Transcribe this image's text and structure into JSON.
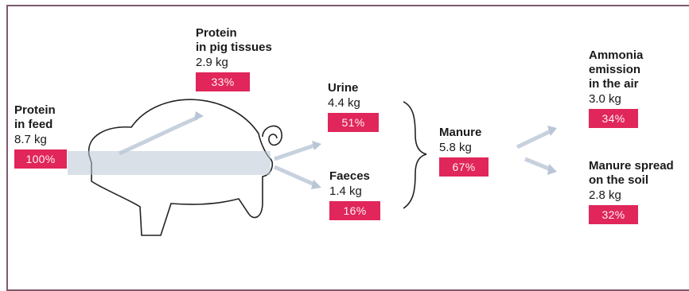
{
  "colors": {
    "accent": "#e0265a",
    "frame": "#7d5a6e",
    "arrow": "#b9c6d6",
    "outline": "#222222"
  },
  "nodes": {
    "feed": {
      "label": "Protein\nin feed",
      "amount": "8.7 kg",
      "percent": "100%"
    },
    "tissues": {
      "label": "Protein\nin pig tissues",
      "amount": "2.9 kg",
      "percent": "33%"
    },
    "urine": {
      "label": "Urine",
      "amount": "4.4 kg",
      "percent": "51%"
    },
    "faeces": {
      "label": "Faeces",
      "amount": "1.4 kg",
      "percent": "16%"
    },
    "manure": {
      "label": "Manure",
      "amount": "5.8 kg",
      "percent": "67%"
    },
    "ammonia": {
      "label": "Ammonia\nemission\nin the air",
      "amount": "3.0 kg",
      "percent": "34%"
    },
    "spread": {
      "label": "Manure spread\non the soil",
      "amount": "2.8 kg",
      "percent": "32%"
    }
  }
}
